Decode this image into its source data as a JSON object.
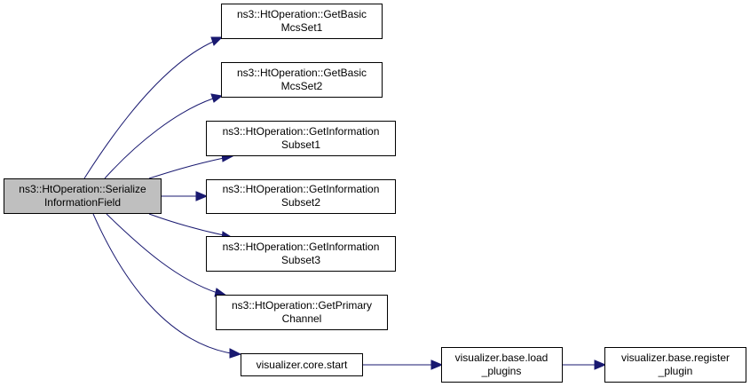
{
  "graph": {
    "edge_color": "#191970",
    "root_fill": "#bfbfbf",
    "nodes": [
      {
        "id": "root",
        "lines": [
          "ns3::HtOperation::Serialize",
          "InformationField"
        ],
        "highlighted": true
      },
      {
        "id": "n1",
        "lines": [
          "ns3::HtOperation::GetBasic",
          "McsSet1"
        ]
      },
      {
        "id": "n2",
        "lines": [
          "ns3::HtOperation::GetBasic",
          "McsSet2"
        ]
      },
      {
        "id": "n3",
        "lines": [
          "ns3::HtOperation::GetInformation",
          "Subset1"
        ]
      },
      {
        "id": "n4",
        "lines": [
          "ns3::HtOperation::GetInformation",
          "Subset2"
        ]
      },
      {
        "id": "n5",
        "lines": [
          "ns3::HtOperation::GetInformation",
          "Subset3"
        ]
      },
      {
        "id": "n6",
        "lines": [
          "ns3::HtOperation::GetPrimary",
          "Channel"
        ]
      },
      {
        "id": "n7",
        "lines": [
          "visualizer.core.start"
        ]
      },
      {
        "id": "n8",
        "lines": [
          "visualizer.base.load",
          "_plugins"
        ]
      },
      {
        "id": "n9",
        "lines": [
          "visualizer.base.register",
          "_plugin"
        ]
      }
    ],
    "edges": [
      {
        "from": "root",
        "to": "n1"
      },
      {
        "from": "root",
        "to": "n2"
      },
      {
        "from": "root",
        "to": "n3"
      },
      {
        "from": "root",
        "to": "n4"
      },
      {
        "from": "root",
        "to": "n5"
      },
      {
        "from": "root",
        "to": "n6"
      },
      {
        "from": "root",
        "to": "n7"
      },
      {
        "from": "n7",
        "to": "n8"
      },
      {
        "from": "n8",
        "to": "n9"
      }
    ]
  }
}
